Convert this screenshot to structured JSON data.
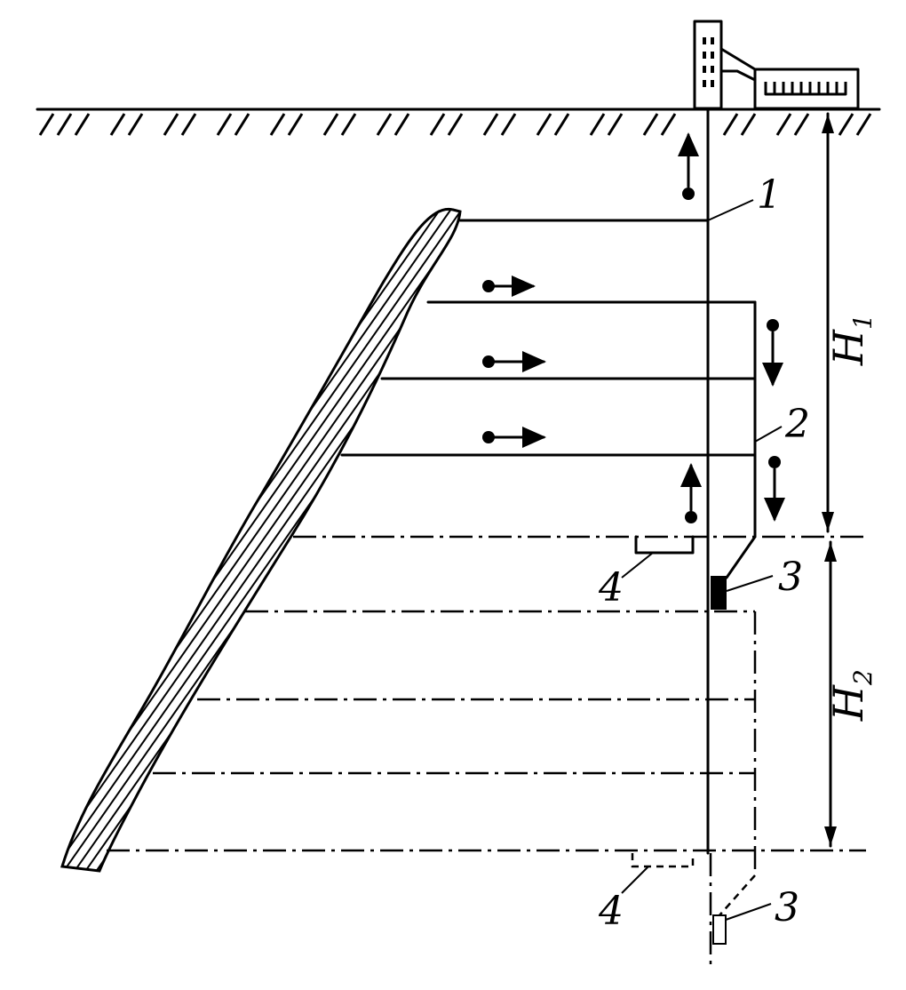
{
  "labels": {
    "shaft": "1",
    "raise": "2",
    "bunker": "3",
    "bunker_lower": "3",
    "crosscut": "4",
    "crosscut_lower": "4"
  },
  "dimensions": {
    "h1_main": "H",
    "h1_sub": "1",
    "h2_main": "H",
    "h2_sub": "2"
  }
}
